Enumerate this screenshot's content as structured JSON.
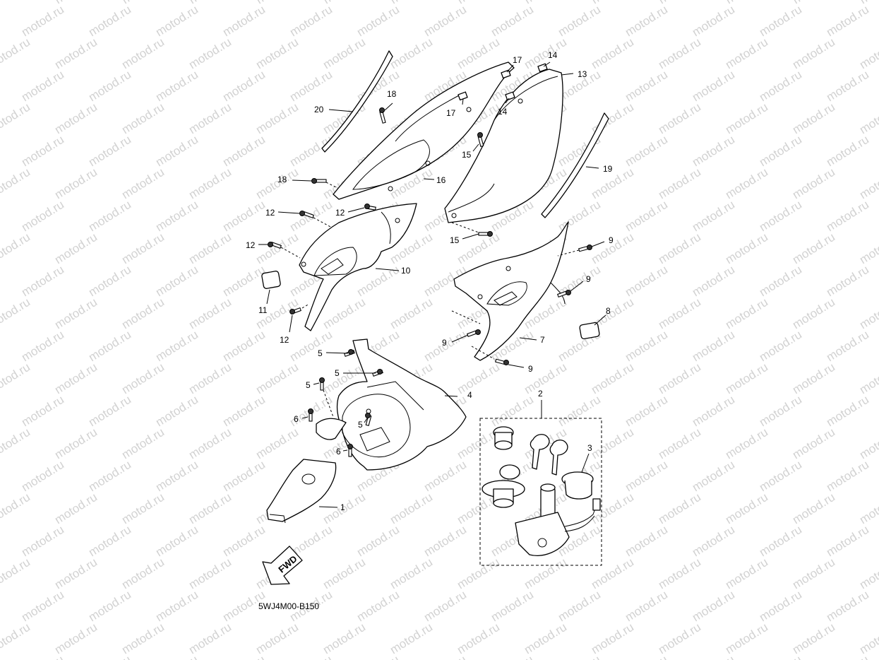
{
  "watermark": {
    "text": "motod.ru",
    "color": "#d2d2d2"
  },
  "diagram_code": "5WJ4M00-B150",
  "fwd_arrow_label": "FWD",
  "callouts": {
    "c1": "1",
    "c2": "2",
    "c3": "3",
    "c4": "4",
    "c5a": "5",
    "c5b": "5",
    "c5c": "5",
    "c5d": "5",
    "c6a": "6",
    "c6b": "6",
    "c7": "7",
    "c8": "8",
    "c9a": "9",
    "c9b": "9",
    "c9c": "9",
    "c9d": "9",
    "c10": "10",
    "c11": "11",
    "c12a": "12",
    "c12b": "12",
    "c12c": "12",
    "c12d": "12",
    "c13": "13",
    "c14a": "14",
    "c14b": "14",
    "c15a": "15",
    "c15b": "15",
    "c16": "16",
    "c17a": "17",
    "c17b": "17",
    "c18a": "18",
    "c18b": "18",
    "c19": "19",
    "c20": "20"
  }
}
